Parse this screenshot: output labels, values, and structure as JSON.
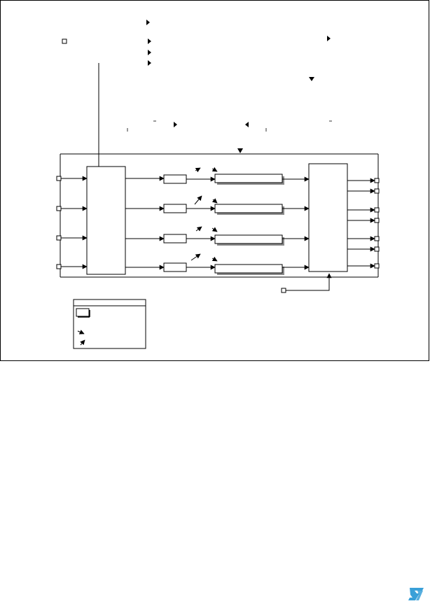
{
  "diagram": {
    "channels": [
      "ch-1",
      "ch-2",
      "ch-3",
      "ch-4"
    ],
    "legend": {
      "items": [
        "legend-pin-symbol",
        "legend-arrow-a",
        "legend-arrow-b"
      ]
    }
  },
  "logo": {
    "name": "st-logo-icon",
    "color": "#3aa0d8"
  },
  "colors": {
    "line": "#000000",
    "bar_shadow": "#8a8a8a",
    "background": "#ffffff"
  }
}
